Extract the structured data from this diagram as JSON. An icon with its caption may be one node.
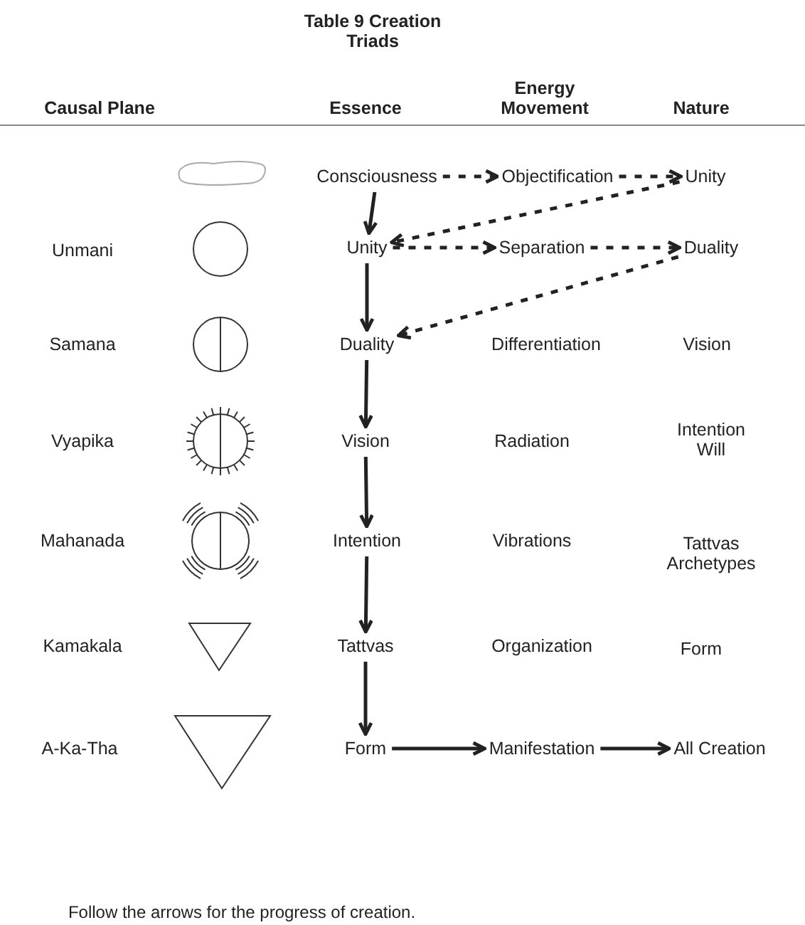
{
  "diagram": {
    "title": "Table 9 Creation Triads",
    "caption": "Follow the arrows for the progress of creation.",
    "nodes": [
      {
        "text": [
          "Consciousness"
        ]
      },
      {
        "text": [
          "Objectification"
        ]
      },
      {
        "text": [
          "Unity"
        ]
      },
      {
        "text": [
          "Unity"
        ]
      },
      {
        "text": [
          "Separation"
        ]
      },
      {
        "text": [
          "Duality"
        ]
      },
      {
        "text": [
          "Duality"
        ]
      },
      {
        "text": [
          "Vision"
        ]
      },
      {
        "text": [
          "Intention"
        ]
      },
      {
        "text": [
          "Tattvas"
        ]
      },
      {
        "text": [
          "Form"
        ]
      },
      {
        "text": [
          "Manifestation"
        ]
      },
      {
        "text": [
          "All Creation"
        ]
      }
    ],
    "edges": [
      {
        "from": 0,
        "to": 1,
        "arrow": "to",
        "style": "dashed"
      },
      {
        "from": 1,
        "to": 2,
        "arrow": "to",
        "style": "dashed"
      },
      {
        "from": 2,
        "to": 3,
        "arrow": "to",
        "style": "dashed"
      },
      {
        "from": 3,
        "to": 4,
        "arrow": "to",
        "style": "dashed"
      },
      {
        "from": 4,
        "to": 5,
        "arrow": "to",
        "style": "dashed"
      },
      {
        "from": 5,
        "to": 6,
        "arrow": "to",
        "style": "dashed"
      },
      {
        "from": 0,
        "to": 3,
        "arrow": "to"
      },
      {
        "from": 3,
        "to": 6,
        "arrow": "to"
      },
      {
        "from": 6,
        "to": 7,
        "arrow": "to"
      },
      {
        "from": 7,
        "to": 8,
        "arrow": "to"
      },
      {
        "from": 8,
        "to": 9,
        "arrow": "to"
      },
      {
        "from": 9,
        "to": 10,
        "arrow": "to"
      },
      {
        "from": 10,
        "to": 11,
        "arrow": "to"
      },
      {
        "from": 11,
        "to": 12,
        "arrow": "to"
      }
    ],
    "labels": [
      "Causal Plane",
      "Essence",
      "Energy Movement",
      "Nature",
      "Unmani",
      "Samana",
      "Differentiation",
      "Vision",
      "Vyapika",
      "Radiation",
      "Intention Will",
      "Mahanada",
      "Vibrations",
      "Tattvas Archetypes",
      "Kamakala",
      "Organization",
      "Form",
      "A-Ka-Tha"
    ]
  }
}
